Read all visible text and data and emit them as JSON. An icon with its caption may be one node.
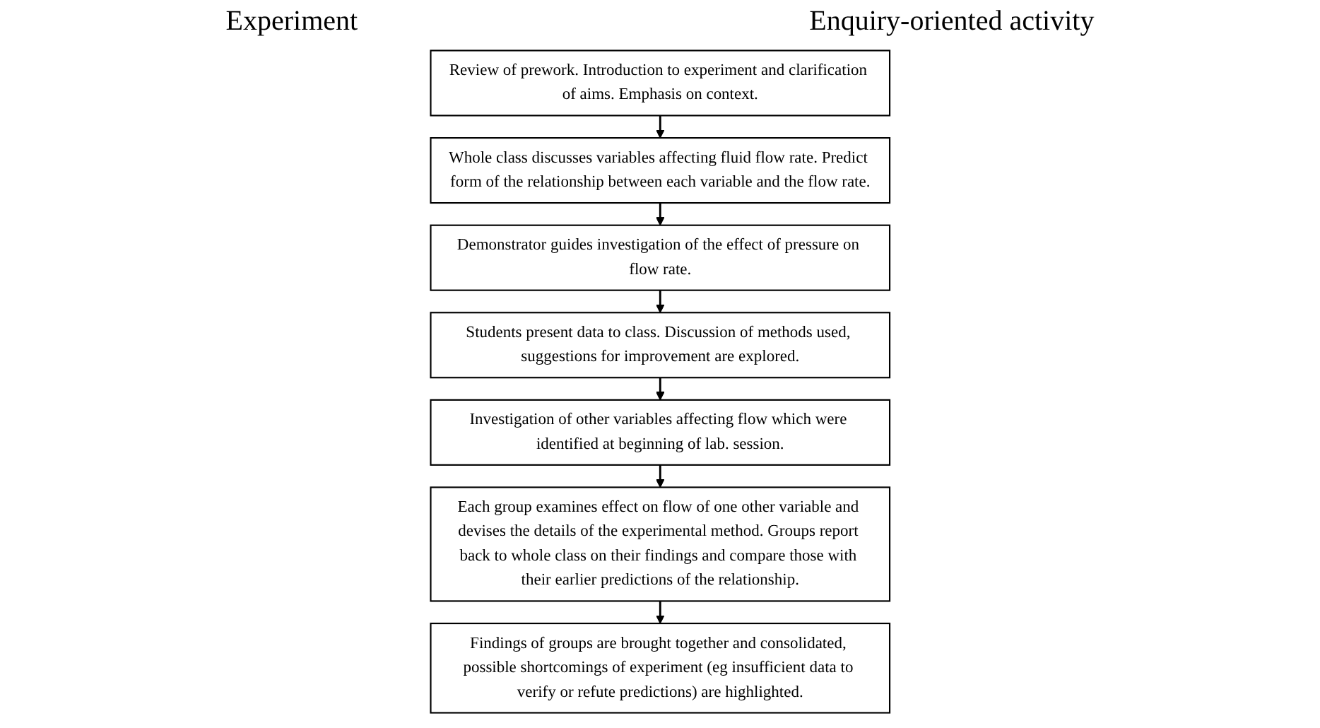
{
  "diagram": {
    "nodes": [
      {
        "text": [
          "Review of prework. Introduction to experiment and clarification of aims. Emphasis on context."
        ]
      },
      {
        "text": [
          "Whole class discusses variables affecting fluid flow rate. Predict form of the relationship between each variable and the flow rate."
        ]
      },
      {
        "text": [
          "Demonstrator guides investigation of the effect of pressure on flow rate."
        ]
      },
      {
        "text": [
          "Students present data to class. Discussion of methods used, suggestions for improvement are explored."
        ]
      },
      {
        "text": [
          "Investigation of other variables affecting flow which were identified at beginning of lab. session."
        ]
      },
      {
        "text": [
          "Each group examines effect on flow of one other variable and devises the details of the experimental method. Groups report back to whole class on their findings and compare those with their earlier predictions of the relationship."
        ]
      },
      {
        "text": [
          "Findings of groups are brought together and consolidated, possible shortcomings of experiment (eg insufficient data to verify or refute predictions) are highlighted."
        ]
      }
    ],
    "edges": [
      {
        "from": 0,
        "to": 1,
        "arrow": "to"
      },
      {
        "from": 1,
        "to": 2,
        "arrow": "to"
      },
      {
        "from": 2,
        "to": 3,
        "arrow": "to"
      },
      {
        "from": 3,
        "to": 4,
        "arrow": "to"
      },
      {
        "from": 4,
        "to": 5,
        "arrow": "to"
      },
      {
        "from": 5,
        "to": 6,
        "arrow": "to"
      }
    ],
    "labels": [
      "Experiment",
      "Enquiry-oriented activity"
    ]
  }
}
